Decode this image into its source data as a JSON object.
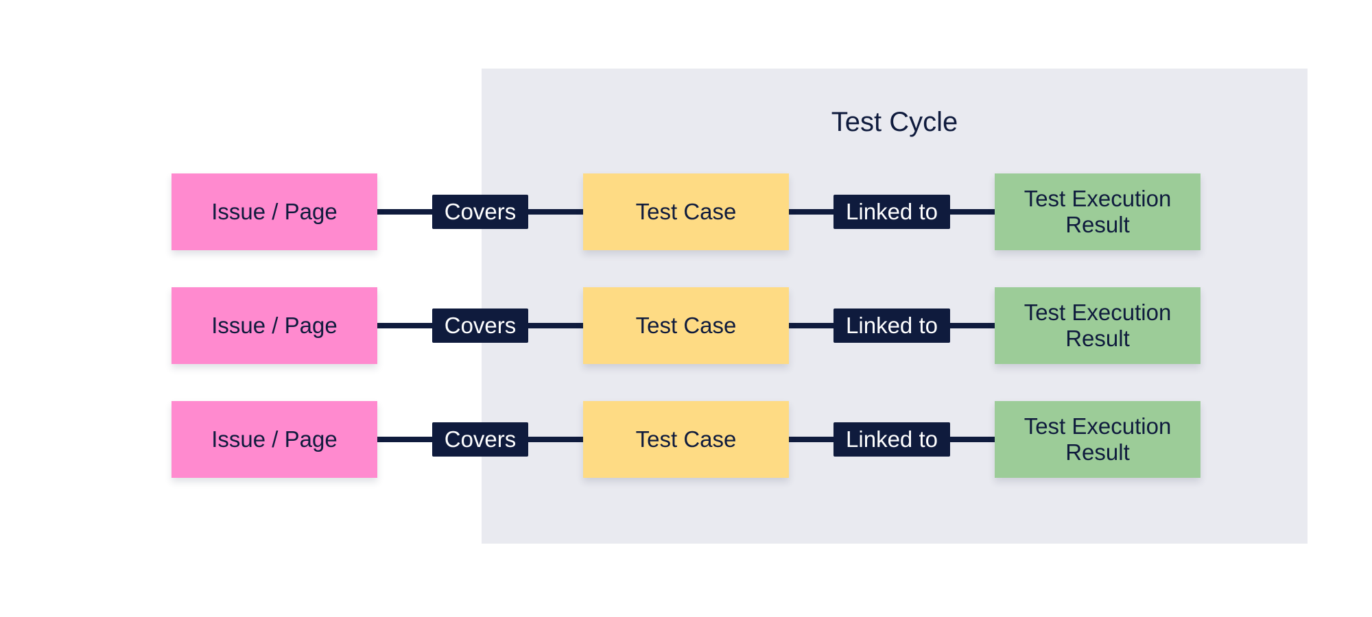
{
  "title": "Test Cycle",
  "rows": [
    {
      "source": "Issue / Page",
      "relation_1": "Covers",
      "middle": "Test Case",
      "relation_2": "Linked to",
      "target": "Test Execution Result"
    },
    {
      "source": "Issue / Page",
      "relation_1": "Covers",
      "middle": "Test Case",
      "relation_2": "Linked to",
      "target": "Test Execution Result"
    },
    {
      "source": "Issue / Page",
      "relation_1": "Covers",
      "middle": "Test Case",
      "relation_2": "Linked to",
      "target": "Test Execution Result"
    }
  ],
  "colors": {
    "issue": "#ff8acf",
    "test_case": "#fedb84",
    "result": "#9ccc98",
    "panel": "#e9eaf0",
    "ink": "#0f1b3d"
  }
}
